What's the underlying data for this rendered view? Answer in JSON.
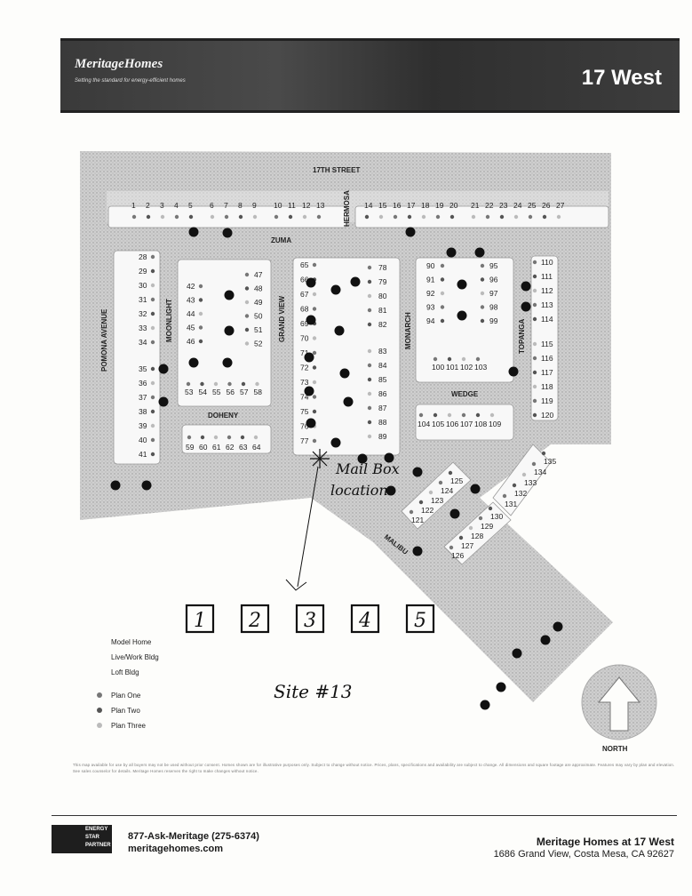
{
  "header": {
    "brand": "MeritageHomes",
    "tagline": "Setting the standard for energy-efficient homes",
    "community": "17 West"
  },
  "streets": [
    "17TH STREET",
    "HERMOSA",
    "ZUMA",
    "POMONA AVENUE",
    "MOONLIGHT",
    "GRAND VIEW",
    "MONARCH",
    "TOPANGA",
    "DOHENY",
    "WEDGE",
    "MALIBU"
  ],
  "lots": {
    "top_row": [
      "1",
      "2",
      "3",
      "4",
      "5",
      "6",
      "7",
      "8",
      "9",
      "10",
      "11",
      "12",
      "13",
      "14",
      "15",
      "16",
      "17",
      "18",
      "19",
      "20",
      "21",
      "22",
      "23",
      "24",
      "25",
      "26",
      "27"
    ],
    "pomona_col": [
      "28",
      "29",
      "30",
      "31",
      "32",
      "33",
      "34",
      "35",
      "36",
      "37",
      "38",
      "39",
      "40",
      "41"
    ],
    "moonlight_left": [
      "42",
      "43",
      "44",
      "45",
      "46"
    ],
    "moonlight_right": [
      "47",
      "48",
      "49",
      "50",
      "51",
      "52"
    ],
    "moonlight_bottom": [
      "53",
      "54",
      "55",
      "56",
      "57",
      "58"
    ],
    "doheny_row": [
      "59",
      "60",
      "61",
      "62",
      "63",
      "64"
    ],
    "grandview_left": [
      "65",
      "66",
      "67",
      "68",
      "69",
      "70",
      "71",
      "72",
      "73",
      "74",
      "75",
      "76",
      "77"
    ],
    "grandview_right": [
      "78",
      "79",
      "80",
      "81",
      "82",
      "83",
      "84",
      "85",
      "86",
      "87",
      "88",
      "89"
    ],
    "monarch_left": [
      "90",
      "91",
      "92",
      "93",
      "94"
    ],
    "monarch_right": [
      "95",
      "96",
      "97",
      "98",
      "99"
    ],
    "monarch_bottom": [
      "100",
      "101",
      "102",
      "103"
    ],
    "wedge_row": [
      "104",
      "105",
      "106",
      "107",
      "108",
      "109"
    ],
    "topanga_col": [
      "110",
      "111",
      "112",
      "113",
      "114",
      "115",
      "116",
      "117",
      "118",
      "119",
      "120"
    ],
    "malibu_a": [
      "121",
      "122",
      "123",
      "124",
      "125"
    ],
    "malibu_b": [
      "126",
      "127",
      "128",
      "129",
      "130"
    ],
    "malibu_c": [
      "131",
      "132",
      "133",
      "134",
      "135"
    ]
  },
  "annotations": {
    "mailbox": [
      "Mail Box",
      "location"
    ],
    "site": "Site #13",
    "boxes": [
      "1",
      "2",
      "3",
      "4",
      "5"
    ]
  },
  "legend": {
    "items": [
      "Model Home",
      "Live/Work Bldg",
      "Loft Bldg"
    ],
    "plans": [
      "Plan One",
      "Plan Two",
      "Plan Three"
    ]
  },
  "compass": "NORTH",
  "disclaimer": "This map available for use by all buyers may not be used without prior consent. Homes shown are for illustrative purposes only. Subject to change without notice. Prices, plans, specifications and availability are subject to change. All dimensions and square footage are approximate. Features may vary by plan and elevation. See sales counselor for details. Meritage Homes reserves the right to make changes without notice.",
  "footer": {
    "energy_star": [
      "ENERGY",
      "STAR",
      "PARTNER"
    ],
    "phone": "877-Ask-Meritage (275-6374)",
    "website": "meritagehomes.com",
    "company": "Meritage Homes at 17 West",
    "address": "1686 Grand View, Costa Mesa, CA 92627"
  },
  "colors": {
    "banner": "#3a3a3a",
    "site_fill": "#c9c9c9",
    "ink": "#1a1a1a"
  }
}
